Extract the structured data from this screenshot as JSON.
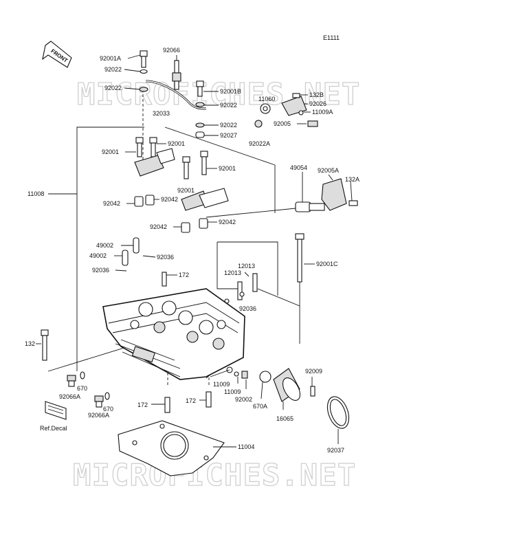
{
  "diagram": {
    "code": "E1111",
    "front_label": "FRONT",
    "watermark": "MICROFICHES.NET",
    "labels": {
      "l_92001A": "92001A",
      "l_92066": "92066",
      "l_92022_a": "92022",
      "l_92022_b": "92022",
      "l_92001B": "92001B",
      "l_132B": "132B",
      "l_11060": "11060",
      "l_92026": "92026",
      "l_11009A": "11009A",
      "l_32033": "32033",
      "l_92022_c": "92022",
      "l_92022_d": "92022",
      "l_92005": "92005",
      "l_92027": "92027",
      "l_92022A": "92022A",
      "l_92001_a": "92001",
      "l_92001_b": "92001",
      "l_92001_c": "92001",
      "l_92001_d": "92001",
      "l_11008": "11008",
      "l_92005A": "92005A",
      "l_49054": "49054",
      "l_132A": "132A",
      "l_92042_a": "92042",
      "l_92042_b": "92042",
      "l_92042_c": "92042",
      "l_92042_d": "92042",
      "l_49002_a": "49002",
      "l_49002_b": "49002",
      "l_92036_a": "92036",
      "l_92036_b": "92036",
      "l_92036_c": "92036",
      "l_172_a": "172",
      "l_12013_a": "12013",
      "l_12013_b": "12013",
      "l_92001C": "92001C",
      "l_132": "132",
      "l_670_a": "670",
      "l_92066A_a": "92066A",
      "l_670_b": "670",
      "l_92066A_b": "92066A",
      "l_RefDecal": "Ref.Decal",
      "l_11009_a": "11009",
      "l_11009_b": "11009",
      "l_92002": "92002",
      "l_670A": "670A",
      "l_16065": "16065",
      "l_92009": "92009",
      "l_172_b": "172",
      "l_172_c": "172",
      "l_11004": "11004",
      "l_92037": "92037"
    }
  }
}
